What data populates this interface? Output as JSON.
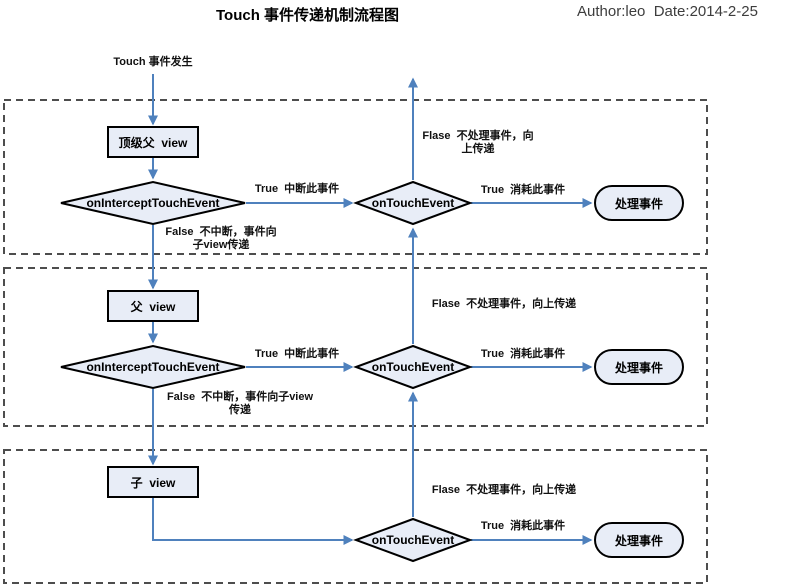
{
  "header": {
    "title": "Touch 事件传递机制流程图",
    "author_date": "Author:leo  Date:2014-2-25"
  },
  "colors": {
    "arrow_blue": "#4F81BD",
    "shape_fill": "#E8EDF7",
    "shape_border": "#000000",
    "section_dashed_border": "#4d4d4d",
    "background": "#ffffff"
  },
  "start_label": "Touch 事件发生",
  "nodes": {
    "top_parent_view": "顶级父  view",
    "intercept_top": "onInterceptTouchEvent",
    "ontouch_top": "onTouchEvent",
    "handle_top": "处理事件",
    "parent_view": "父  view",
    "intercept_parent": "onInterceptTouchEvent",
    "ontouch_parent": "onTouchEvent",
    "handle_parent": "处理事件",
    "child_view": "子  view",
    "ontouch_child": "onTouchEvent",
    "handle_child": "处理事件"
  },
  "edges": {
    "row1_intercept_true": "True  中断此事件",
    "row1_intercept_false": "False  不中断，事件向\n子view传递",
    "row1_ontouch_false": "Flase  不处理事件，向\n上传递",
    "row1_ontouch_true": "True  消耗此事件",
    "row2_intercept_true": "True  中断此事件",
    "row2_intercept_false": "False  不中断，事件向子view\n传递",
    "row2_ontouch_false": "Flase  不处理事件，向上传递",
    "row2_ontouch_true": "True  消耗此事件",
    "row3_ontouch_false": "Flase  不处理事件，向上传递",
    "row3_ontouch_true": "True  消耗此事件"
  }
}
